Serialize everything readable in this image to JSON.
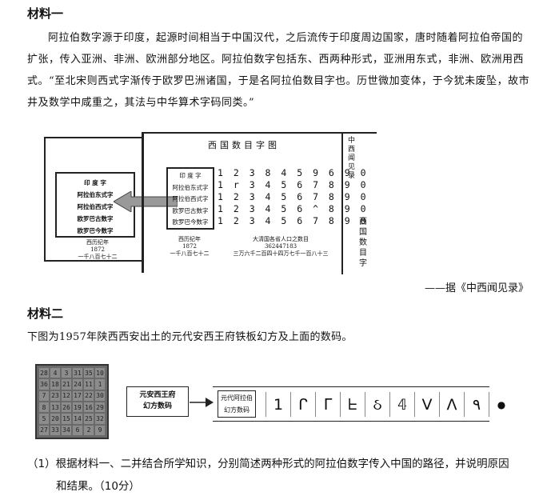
{
  "material1": {
    "heading": "材料一",
    "paragraph": "阿拉伯数字源于印度，起源时间相当于中国汉代，之后流传于印度周边国家，唐时随着阿拉伯帝国的扩张，传入亚洲、非洲、欧洲部分地区。阿拉伯数字包括东、西两种形式，亚洲用东式，非洲、欧洲用西式。“至北宋则西式字渐传于欧罗巴洲诸国，于是名阿拉伯数目字也。历世微加变体，于今犹未废坠，故市井及数学中咸重之，其法与中华算术字码同类。”",
    "source": "——据《中西闻见录》",
    "figure": {
      "left_labels": [
        "印 度 字",
        "阿拉伯东式字",
        "阿拉伯西式字",
        "欧罗巴古数字",
        "欧罗巴今数字"
      ],
      "left_caption": "西历纪年\n1872\n一千八百七十二",
      "table_title": "西国数目字图",
      "right_labels": [
        "印 度 字",
        "阿拉伯东式字",
        "阿拉伯西式字",
        "欧罗巴古数字",
        "欧罗巴今数字"
      ],
      "number_rows": [
        "1 2 3 8 4 5 9 6 9 0",
        "1 r 3 4 5 6 7 8 9 0",
        "1 2 3 4 5 6 7 8 9 0",
        "1 2 3 4 5 6 ^ 8 9 0",
        "1 2 3 4 5 6 7 8 9 0"
      ],
      "right_caption": "西历纪年\n1872\n一千八百七十二",
      "right_caption2": "大清国各省人口之数目\n362447183\n三万六千二百四十四万七千一百八十三",
      "spine_title": "中西闻见录",
      "spine_title2": "西国数目字"
    }
  },
  "material2": {
    "heading": "材料二",
    "intro": "下图为1957年陕西西安出土的元代安西王府铁板幻方及上面的数码。",
    "figure": {
      "plate_cells": [
        "28",
        "4",
        "3",
        "31",
        "35",
        "10",
        "36",
        "18",
        "21",
        "24",
        "11",
        "1",
        "7",
        "23",
        "12",
        "17",
        "22",
        "30",
        "8",
        "13",
        "26",
        "19",
        "16",
        "29",
        "5",
        "20",
        "15",
        "14",
        "25",
        "32",
        "27",
        "33",
        "34",
        "6",
        "2",
        "9"
      ],
      "label1": "元安西王府\n幻方数码",
      "label2": "元代阿拉伯\n幻方数码",
      "digits": [
        "1",
        "ᒋ",
        "ᒥ",
        "ᖶ",
        "ઠ",
        "𝟜",
        "V",
        "Λ",
        "٩",
        "●"
      ]
    }
  },
  "question": {
    "line1": "（1）根据材料一、二并结合所学知识，分别简述两种形式的阿拉伯数字传入中国的路径，并说明原因",
    "line2": "和结果。（10分）"
  }
}
